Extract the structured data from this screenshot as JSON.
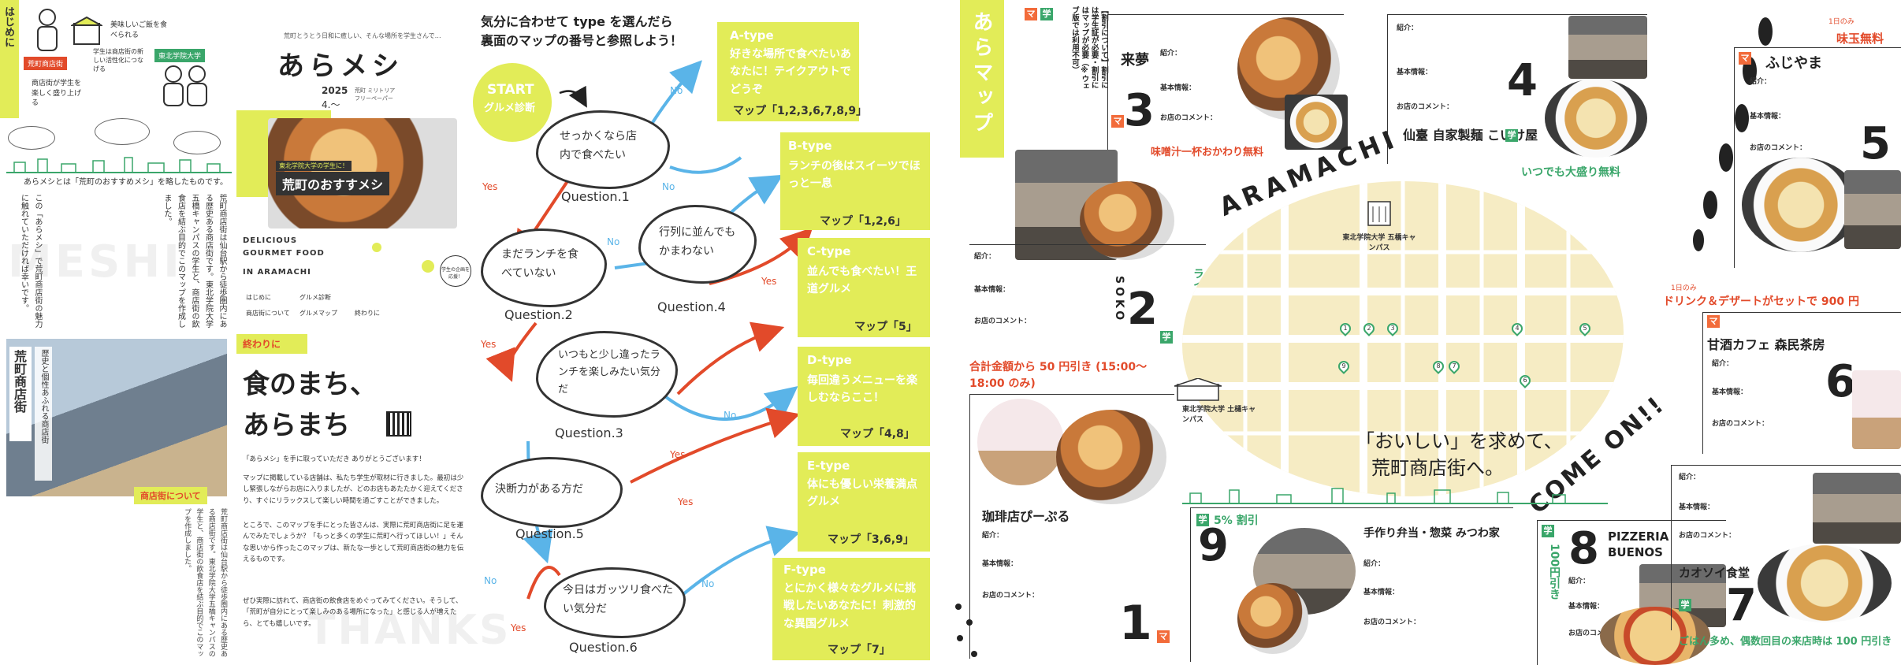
{
  "left_panel": {
    "hajimeni": "はじめに",
    "illus_labels": {
      "arakawa_shoten": "荒町商店街",
      "shoten_ni_gakusei": "商店街が学生を楽しく盛り上げる",
      "gakusei_ni_shoten": "学生は商店街の新しい活性化につなげる",
      "tohoku_gakuin": "東北学院大学",
      "oishii": "美味しいご飯を食べられる"
    },
    "intro_title": "あらメシとは「荒町のおすすめメシ」を略したものです。",
    "body_text": "荒町商店街は仙台駅から徒歩圏内にある歴史ある商店街です。東北学院大学五橋キャンパスの学生と、商店街の飲食店を結ぶ目的でこのマップを作成しました。",
    "kono_arameshi": "この「あらメシ」で荒町商店街の魅力に触れていただければ幸いです。",
    "big_text_1": "MESHI",
    "big_text_2": "THANKS",
    "street_caption": "荒町商店街",
    "street_sub": "商店街について",
    "street_text": "歴史と個性あふれる商店街"
  },
  "cover": {
    "subtitle": "荒町とうとう日和に癒しい、そんな場所を学生さんで…",
    "title": "あらメシ",
    "year": "2025",
    "month": "4.〜",
    "edition": "荒町 ミリトリア フリーペーパー",
    "banner_pre": "東北学院大学の学生に！",
    "banner": "荒町のおすすメシ",
    "english_1": "DELICIOUS",
    "english_2": "GOURMET FOOD",
    "english_3": "IN ARAMACHI",
    "toc": [
      "はじめに",
      "グルメ診断",
      "商店街について",
      "グルメマップ",
      "終わりに"
    ],
    "bubble_text": "学生の企画を応援！"
  },
  "owari": {
    "label": "終わりに",
    "title_1": "食のまち、",
    "title_2": "あらまち",
    "para_1": "「あらメシ」を手に取っていただき ありがとうございます！",
    "para_2": "マップに掲載している店舗は、私たち学生が取材に行きました。最初は少し緊張しながらお店に入りましたが、どのお店もあたたかく迎えてくださり、すぐにリラックスして楽しい時間を過ごすことができました。",
    "para_3": "ところで、このマップを手にとった皆さんは、実際に荒町商店街に足を運んでみたでしょうか？「もっと多くの学生に荒町へ行ってほしい！」そんな思いから作ったこのマップは、新たな一歩として荒町商店街の魅力を伝えるものです。",
    "para_4": "ぜひ実際に訪れて、商店街の飲食店をめぐってみてください。そうして、「荒町が自分にとって楽しみのある場所になった」と感じる人が増えたら、とても嬉しいです。"
  },
  "diagnosis": {
    "heading_1": "気分に合わせて type を選んだら",
    "heading_2": "裏面のマップの番号と参照しよう！",
    "start": "START",
    "start_sub": "グルメ診断",
    "q1": "せっかくなら店内で食べたい",
    "q2": "まだランチを食べていない",
    "q3": "いつもと少し違ったランチを楽しみたい気分だ",
    "q4": "行列に並んでもかまわない",
    "q5": "決断力がある方だ",
    "q6": "今日はガッツリ食べたい気分だ",
    "q_labels": [
      "Question.1",
      "Question.2",
      "Question.3",
      "Question.4",
      "Question.5",
      "Question.6"
    ],
    "yes": "Yes",
    "no": "No",
    "types": [
      {
        "title": "A-type",
        "desc": "好きな場所で食べたいあなたに！テイクアウトでどうぞ",
        "map": "マップ「1,2,3,6,7,8,9」"
      },
      {
        "title": "B-type",
        "desc": "ランチの後はスイーツでほっと一息",
        "map": "マップ「1,2,6」"
      },
      {
        "title": "C-type",
        "desc": "並んでも食べたい！王道グルメ",
        "map": "マップ「5」"
      },
      {
        "title": "D-type",
        "desc": "毎回違うメニューを楽しむならここ！",
        "map": "マップ「4,8」"
      },
      {
        "title": "E-type",
        "desc": "体にも優しい栄養満点グルメ",
        "map": "マップ「3,6,9」"
      },
      {
        "title": "F-type",
        "desc": "とにかく様々なグルメに挑戦したいあなたに！刺激的な異国グルメ",
        "map": "マップ「7」"
      }
    ]
  },
  "map_side": {
    "label": "あらマップ",
    "notice": "【割引について】割引には学生証が必要・割引にはマップが必要（※ウェブ版では利用不可）",
    "aramachi": "ARAMACHI",
    "come_on": "COME ON!!",
    "slogan_1": "「おいしい」を求めて、",
    "slogan_2": "荒町商店街へ。",
    "campus_1": "東北学院大学 五橋キャンパス",
    "campus_2": "東北学院大学 土樋キャンパス",
    "legend_m": "マ",
    "legend_g": "学"
  },
  "shops": [
    {
      "no": "1",
      "name": "珈琲店ぴーぷる",
      "deal": "合計金額から 50 円引き (15:00〜18:00 のみ)",
      "intro": "紹介：",
      "info": "基本情報：",
      "comment": "お店のコメント："
    },
    {
      "no": "2",
      "name": "SOKO",
      "deal": "ライス大盛り無料",
      "intro": "紹介：",
      "info": "基本情報：",
      "comment": "お店のコメント："
    },
    {
      "no": "3",
      "name": "来夢",
      "deal": "味噌汁一杯おかわり無料",
      "intro": "紹介：",
      "info": "基本情報：",
      "comment": "お店のコメント："
    },
    {
      "no": "4",
      "name": "仙臺 自家製麺 こいけ屋",
      "deal": "いつでも大盛り無料",
      "intro": "紹介：",
      "info": "基本情報：",
      "comment": "お店のコメント："
    },
    {
      "no": "5",
      "name": "ふじやま",
      "deal": "味玉無料",
      "deal_pre": "1日のみ",
      "intro": "紹介：",
      "info": "基本情報：",
      "comment": "お店のコメント："
    },
    {
      "no": "6",
      "name": "甘酒カフェ 森民茶房",
      "deal": "ドリンク＆デザートがセットで 900 円",
      "deal_pre": "1日のみ",
      "intro": "紹介：",
      "info": "基本情報：",
      "comment": "お店のコメント："
    },
    {
      "no": "7",
      "name": "カオソイ食堂",
      "deal": "ごはん多め、偶数回目の来店時は 100 円引き",
      "intro": "紹介：",
      "info": "基本情報：",
      "comment": "お店のコメント："
    },
    {
      "no": "8",
      "name": "PIZZERIA BUENOS",
      "deal": "100円引き",
      "intro": "紹介：",
      "info": "基本情報：",
      "comment": "お店のコメント："
    },
    {
      "no": "9",
      "name": "手作り弁当・惣菜 みつわ家",
      "deal": "5% 割引",
      "intro": "紹介：",
      "info": "基本情報：",
      "comment": "お店のコメント："
    }
  ]
}
